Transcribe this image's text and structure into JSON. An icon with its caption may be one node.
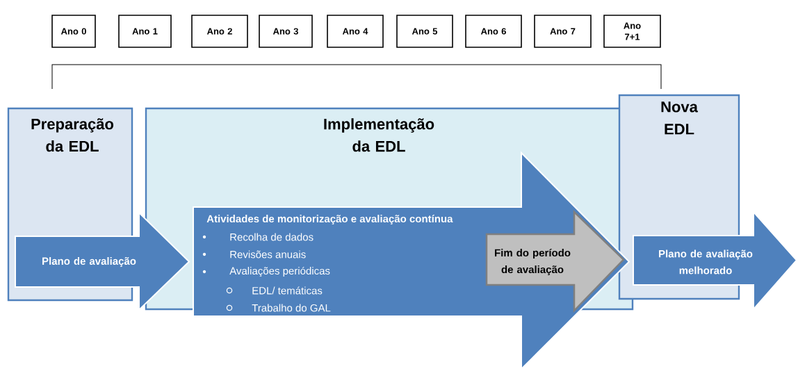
{
  "diagram": {
    "nodes": [
      {
        "text": [
          "Ano 0"
        ]
      },
      {
        "text": [
          "Ano 1"
        ]
      },
      {
        "text": [
          "Ano 2"
        ]
      },
      {
        "text": [
          "Ano 3"
        ]
      },
      {
        "text": [
          "Ano 4"
        ]
      },
      {
        "text": [
          "Ano 5"
        ]
      },
      {
        "text": [
          "Ano 6"
        ]
      },
      {
        "text": [
          "Ano 7"
        ]
      },
      {
        "text": [
          "Ano 7+1"
        ]
      },
      {
        "text": [
          "Preparação da EDL"
        ]
      },
      {
        "text": [
          "Implementação da EDL"
        ]
      },
      {
        "text": [
          "Nova EDL"
        ]
      },
      {
        "text": [
          "Plano de avaliação"
        ]
      },
      {
        "text": [
          "Atividades de monitorização e avaliação contínua",
          "Recolha de dados",
          "Revisões anuais",
          "Avaliações periódicas",
          "EDL/ temáticas",
          "Trabalho do GAL"
        ]
      },
      {
        "text": [
          "Fim do período de avaliação"
        ]
      },
      {
        "text": [
          "Plano de avaliação melhorado"
        ]
      }
    ]
  }
}
